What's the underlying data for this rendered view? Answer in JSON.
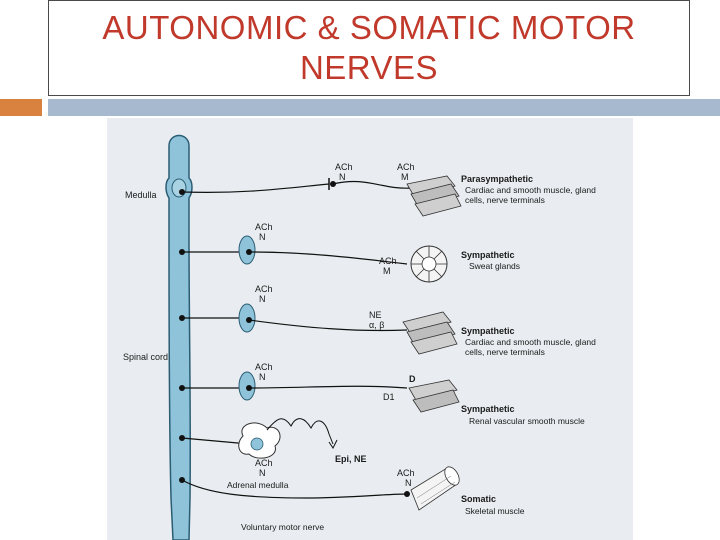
{
  "slide": {
    "title": "AUTONOMIC & SOMATIC MOTOR NERVES"
  },
  "diagram": {
    "cns_labels": {
      "medulla": "Medulla",
      "spinal_cord": "Spinal cord"
    },
    "rows": [
      {
        "id": "parasympathetic",
        "ganglion_receptor": "ACh",
        "ganglion_receptor_type": "N",
        "target_transmitter": "ACh",
        "target_receptor": "M",
        "division": "Parasympathetic",
        "effectors": "Cardiac and smooth muscle, gland cells, nerve terminals"
      },
      {
        "id": "sympathetic-sweat",
        "ganglion_receptor": "ACh",
        "ganglion_receptor_type": "N",
        "target_transmitter": "ACh",
        "target_receptor": "M",
        "division": "Sympathetic",
        "effectors": "Sweat glands"
      },
      {
        "id": "sympathetic-cardiac",
        "ganglion_receptor": "ACh",
        "ganglion_receptor_type": "N",
        "target_transmitter": "NE",
        "target_receptor": "α, β",
        "division": "Sympathetic",
        "effectors": "Cardiac and smooth muscle, gland cells, nerve terminals"
      },
      {
        "id": "sympathetic-renal",
        "ganglion_receptor": "ACh",
        "ganglion_receptor_type": "N",
        "target_transmitter": "D",
        "target_receptor": "D1",
        "division": "Sympathetic",
        "effectors": "Renal vascular smooth muscle"
      },
      {
        "id": "adrenal",
        "ganglion_receptor": "ACh",
        "ganglion_receptor_type": "N",
        "label": "Adrenal medulla",
        "release": "Epi, NE"
      },
      {
        "id": "somatic",
        "target_transmitter": "ACh",
        "target_receptor": "N",
        "division": "Somatic",
        "effectors": "Skeletal muscle",
        "nerve_label": "Voluntary motor nerve"
      }
    ]
  }
}
